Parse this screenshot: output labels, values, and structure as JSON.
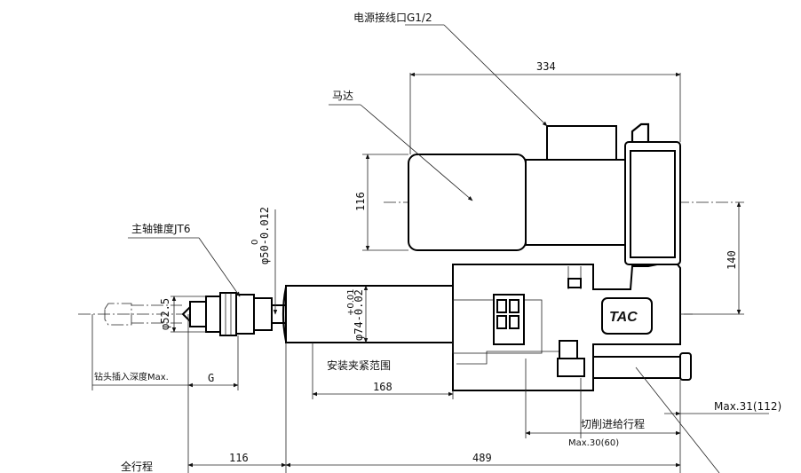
{
  "labels": {
    "power_port": "电源接线口G1/2",
    "motor": "马达",
    "spindle_taper": "主轴锥度JT6",
    "clamp_range": "安装夹紧范围",
    "feed_stroke": "切削进给行程",
    "chuck_depth": "钻头插入深度Max.",
    "full_stroke": "全行程",
    "brand": "TAC"
  },
  "dimensions": {
    "overall_length": "334",
    "motor_height": "116",
    "height_140": "140",
    "spindle_dia": "φ50-0.012",
    "spindle_dia_tol_top": "0",
    "chuck_dia": "φ52.5",
    "body_dia": "φ74-0.02",
    "body_dia_tol_top": "+0.01",
    "g": "G",
    "clamp_len": "168",
    "max31": "Max.31(112)",
    "max30": "Max.30(60)",
    "len_116": "116",
    "len_489": "489"
  }
}
